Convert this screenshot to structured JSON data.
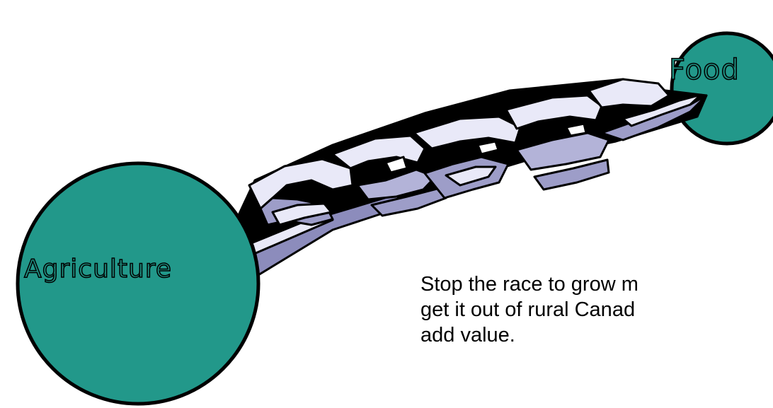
{
  "diagram": {
    "nodes": [
      {
        "id": "agriculture",
        "label": "Agriculture"
      },
      {
        "id": "food",
        "label": "Food"
      }
    ],
    "connector": {
      "from": "agriculture",
      "to": "food",
      "icon": "chain-icon"
    },
    "body_text": "Stop the race to grow m\nget it out of rural Canad\nadd value."
  },
  "colors": {
    "circle_fill": "#22988a",
    "outline": "#000000",
    "chain_light": "#e9e9f8",
    "chain_mid": "#b3b3d8",
    "chain_dark": "#7a7aa8",
    "text": "#000000"
  }
}
